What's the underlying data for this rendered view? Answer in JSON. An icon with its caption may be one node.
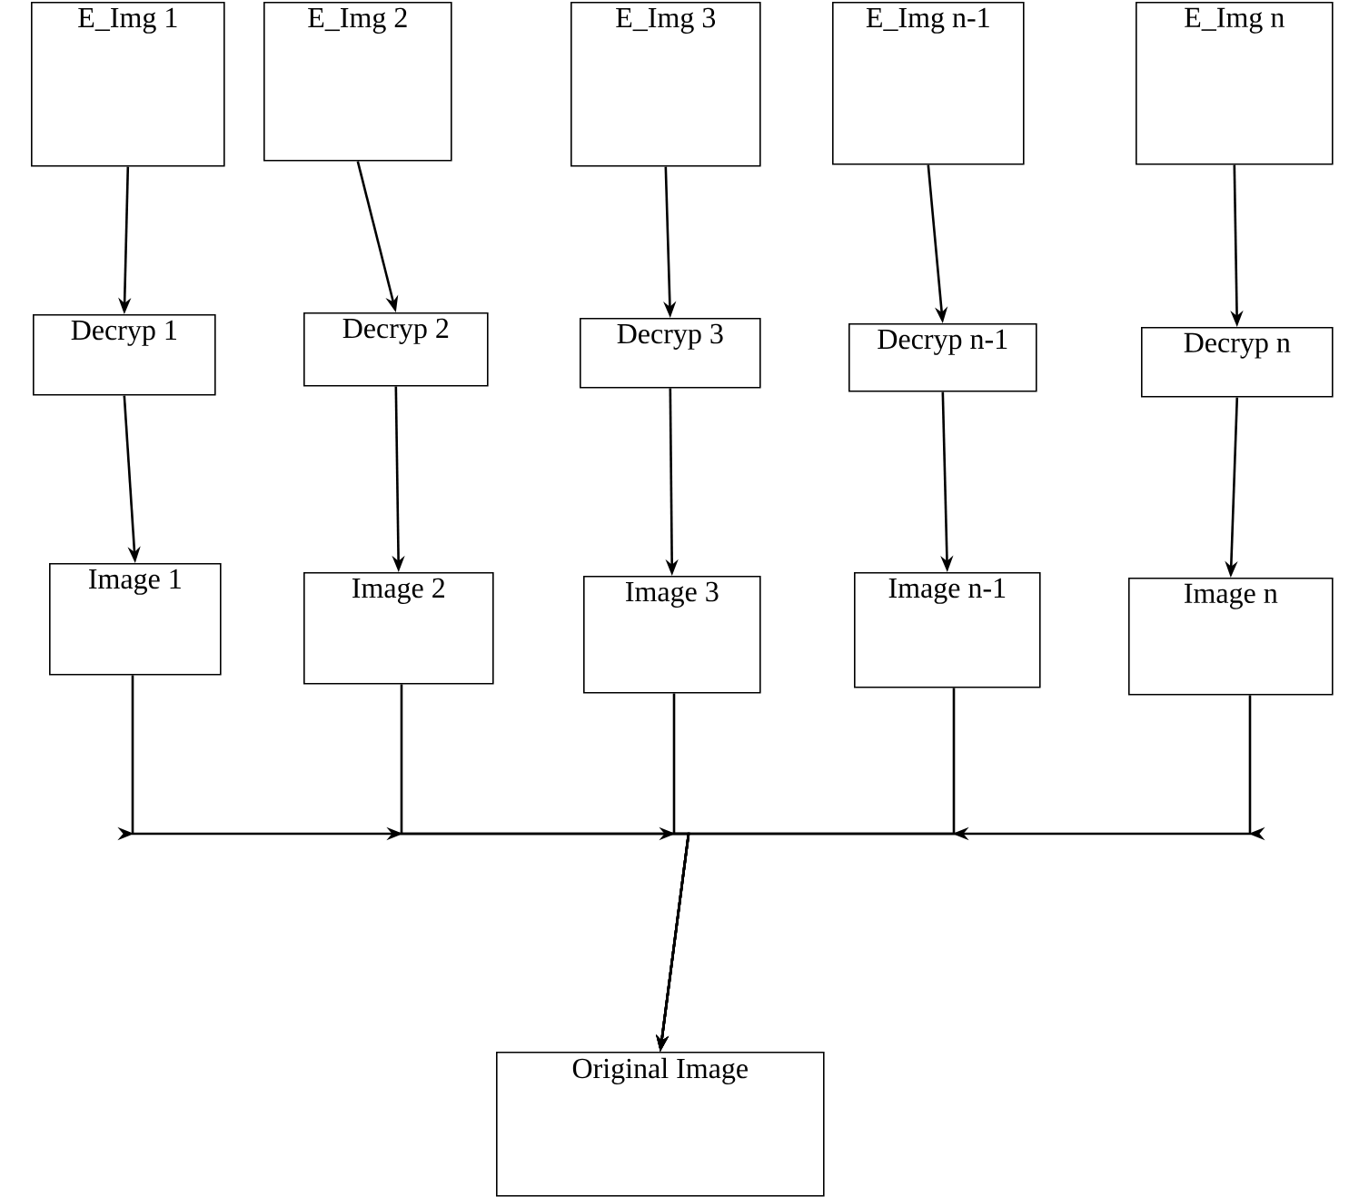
{
  "diagram": {
    "nodes": [
      {
        "text": [
          "E_Img 1"
        ]
      },
      {
        "text": [
          "E_Img 2"
        ]
      },
      {
        "text": [
          "E_Img 3"
        ]
      },
      {
        "text": [
          "E_Img n-1"
        ]
      },
      {
        "text": [
          "E_Img n"
        ]
      },
      {
        "text": [
          "Decryp 1"
        ]
      },
      {
        "text": [
          "Decryp 2"
        ]
      },
      {
        "text": [
          "Decryp 3"
        ]
      },
      {
        "text": [
          "Decryp n-1"
        ]
      },
      {
        "text": [
          "Decryp n"
        ]
      },
      {
        "text": [
          "Image 1"
        ]
      },
      {
        "text": [
          "Image 2"
        ]
      },
      {
        "text": [
          "Image 3"
        ]
      },
      {
        "text": [
          "Image n-1"
        ]
      },
      {
        "text": [
          "Image n"
        ]
      },
      {
        "text": [
          "Original Image"
        ]
      }
    ],
    "edges": [
      {
        "from": 0,
        "to": 5,
        "arrow": "to"
      },
      {
        "from": 1,
        "to": 6,
        "arrow": "to"
      },
      {
        "from": 2,
        "to": 7,
        "arrow": "to"
      },
      {
        "from": 3,
        "to": 8,
        "arrow": "to"
      },
      {
        "from": 4,
        "to": 9,
        "arrow": "to"
      },
      {
        "from": 5,
        "to": 10,
        "arrow": "to"
      },
      {
        "from": 6,
        "to": 11,
        "arrow": "to"
      },
      {
        "from": 7,
        "to": 12,
        "arrow": "to"
      },
      {
        "from": 8,
        "to": 13,
        "arrow": "to"
      },
      {
        "from": 9,
        "to": 14,
        "arrow": "to"
      },
      {
        "from": 10,
        "to": 15,
        "arrow": "to"
      },
      {
        "from": 11,
        "to": 15,
        "arrow": "to"
      },
      {
        "from": 12,
        "to": 15,
        "arrow": "to"
      },
      {
        "from": 13,
        "to": 15,
        "arrow": "to"
      },
      {
        "from": 14,
        "to": 15,
        "arrow": "to"
      }
    ]
  }
}
